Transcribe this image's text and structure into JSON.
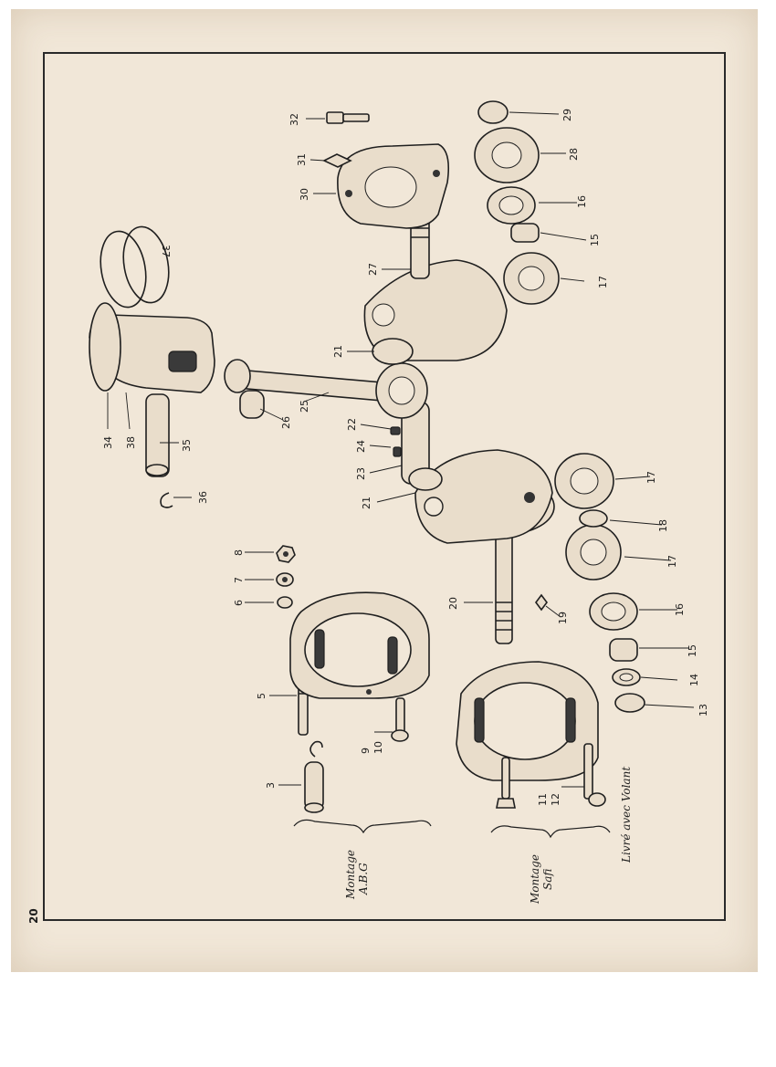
{
  "page": {
    "number": "20"
  },
  "groups": {
    "abg": {
      "line1": "Montage",
      "line2": "A.B.G"
    },
    "safi": {
      "line1": "Montage",
      "line2": "Safi"
    },
    "volant_note": "Livré avec Volant"
  },
  "parts": {
    "p3": "3",
    "p5": "5",
    "p6": "6",
    "p7": "7",
    "p8": "8",
    "p9": "9",
    "p10": "10",
    "p11": "11",
    "p12": "12",
    "p13": "13",
    "p14": "14",
    "p15a": "15",
    "p16a": "16",
    "p17a": "17",
    "p18": "18",
    "p17b": "17",
    "p19": "19",
    "p20": "20",
    "p21a": "21",
    "p23": "23",
    "p24": "24",
    "p22": "22",
    "p25": "25",
    "p26": "26",
    "p21b": "21",
    "p27": "27",
    "p30": "30",
    "p31": "31",
    "p32": "32",
    "p17c": "17",
    "p15b": "15",
    "p16b": "16",
    "p28": "28",
    "p29": "29",
    "p34": "34",
    "p38": "38",
    "p35": "35",
    "p36": "36",
    "p37": "37"
  }
}
